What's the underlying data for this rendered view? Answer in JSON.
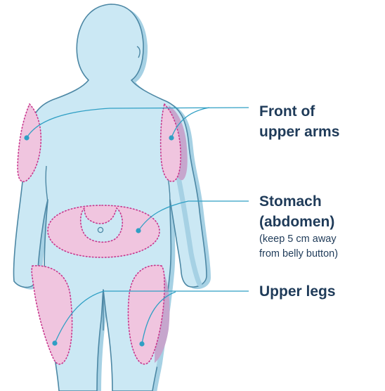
{
  "labels": {
    "arms": {
      "line1": "Front of",
      "line2": "upper arms"
    },
    "stomach": {
      "line1": "Stomach",
      "line2": "(abdomen)",
      "note_line1": "(keep 5 cm away",
      "note_line2": "from belly button)"
    },
    "legs": {
      "line1": "Upper legs"
    }
  },
  "colors": {
    "body_fill": "#cbe8f4",
    "body_outline": "#4c87a4",
    "body_shadow": "#a6d1e4",
    "site_fill": "#f0c5df",
    "site_border": "#c8378d",
    "site_shadow": "#c6a6cd",
    "leader_line": "#2f9fc4",
    "label_text": "#1f3b59"
  }
}
